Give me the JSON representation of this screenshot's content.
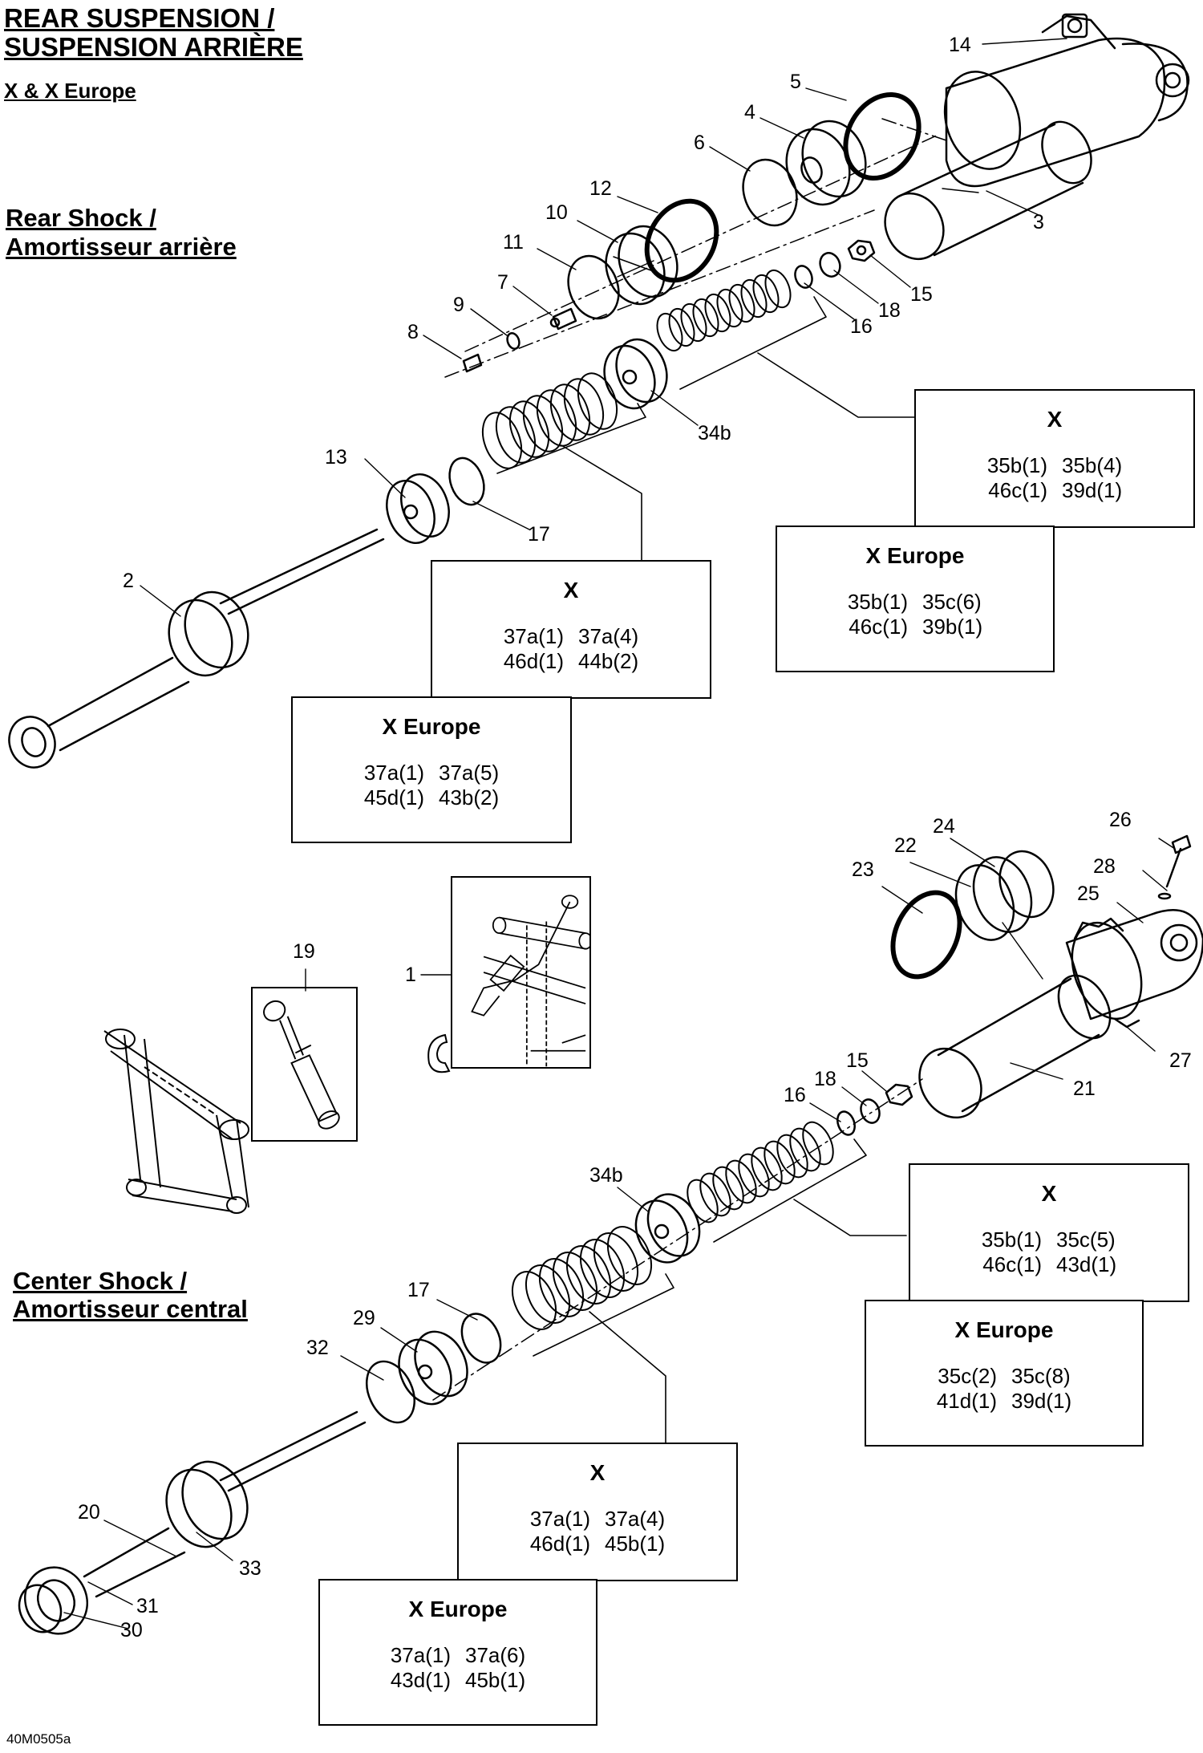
{
  "header": {
    "title_line1": "REAR SUSPENSION /",
    "title_line2": "SUSPENSION ARRIÈRE",
    "model": "X & X Europe"
  },
  "sections": {
    "rear_line1": "Rear Shock /",
    "rear_line2": "Amortisseur arrière",
    "center_line1": "Center Shock /",
    "center_line2": "Amortisseur central"
  },
  "callouts": {
    "c1": "1",
    "c2": "2",
    "c3": "3",
    "c4": "4",
    "c5": "5",
    "c6": "6",
    "c7": "7",
    "c8": "8",
    "c9": "9",
    "c10": "10",
    "c11": "11",
    "c12": "12",
    "c13": "13",
    "c14": "14",
    "c15a": "15",
    "c16a": "16",
    "c17a": "17",
    "c18a": "18",
    "c15b": "15",
    "c16b": "16",
    "c17b": "17",
    "c18b": "18",
    "c19": "19",
    "c20": "20",
    "c21": "21",
    "c22": "22",
    "c23": "23",
    "c24": "24",
    "c25": "25",
    "c26": "26",
    "c27": "27",
    "c28": "28",
    "c29": "29",
    "c30": "30",
    "c31": "31",
    "c32": "32",
    "c33": "33",
    "c34a": "34b",
    "c34b": "34b"
  },
  "kits": {
    "rear_upper_x": {
      "title": "X",
      "codes": [
        "35b(1)",
        "35b(4)",
        "46c(1)",
        "39d(1)"
      ]
    },
    "rear_upper_xeu": {
      "title": "X Europe",
      "codes": [
        "35b(1)",
        "35c(6)",
        "46c(1)",
        "39b(1)"
      ]
    },
    "rear_lower_x": {
      "title": "X",
      "codes": [
        "37a(1)",
        "37a(4)",
        "46d(1)",
        "44b(2)"
      ]
    },
    "rear_lower_xeu": {
      "title": "X Europe",
      "codes": [
        "37a(1)",
        "37a(5)",
        "45d(1)",
        "43b(2)"
      ]
    },
    "center_upper_x": {
      "title": "X",
      "codes": [
        "35b(1)",
        "35c(5)",
        "46c(1)",
        "43d(1)"
      ]
    },
    "center_upper_xeu": {
      "title": "X Europe",
      "codes": [
        "35c(2)",
        "35c(8)",
        "41d(1)",
        "39d(1)"
      ]
    },
    "center_lower_x": {
      "title": "X",
      "codes": [
        "37a(1)",
        "37a(4)",
        "46d(1)",
        "45b(1)"
      ]
    },
    "center_lower_xeu": {
      "title": "X Europe",
      "codes": [
        "37a(1)",
        "37a(6)",
        "43d(1)",
        "45b(1)"
      ]
    }
  },
  "doc_ref": "40M0505a"
}
